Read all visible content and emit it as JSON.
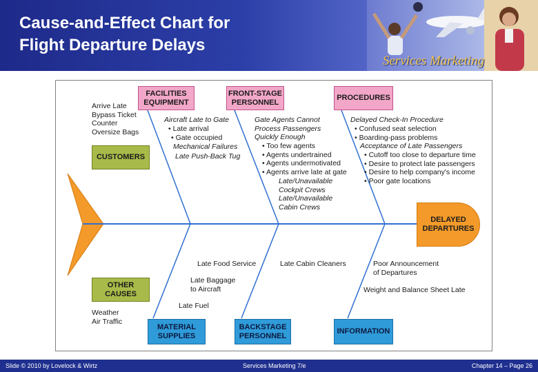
{
  "title": "Cause-and-Effect Chart for\nFlight Departure Delays",
  "brand": "Services Marketing",
  "categories": {
    "facilities_equipment": "FACILITIES\nEQUIPMENT",
    "front_stage_personnel": "FRONT-STAGE\nPERSONNEL",
    "procedures": "PROCEDURES",
    "customers": "CUSTOMERS",
    "other_causes": "OTHER\nCAUSES",
    "material_supplies": "MATERIAL\nSUPPLIES",
    "backstage_personnel": "BACKSTAGE\nPERSONNEL",
    "information": "INFORMATION"
  },
  "effect": "DELAYED\nDEPARTURES",
  "causes": {
    "customers": "Arrive Late\nBypass Ticket\nCounter\nOversize Bags",
    "facilities_equipment": [
      {
        "text": "Aircraft Late to Gate",
        "italic": true
      },
      {
        "text": "• Late arrival",
        "italic": false
      },
      {
        "text": "• Gate occupied",
        "italic": false
      },
      {
        "text": "Mechanical Failures",
        "italic": true
      },
      {
        "text": "Late Push-Back Tug",
        "italic": true
      }
    ],
    "front_stage_personnel": [
      {
        "text": "Gate Agents Cannot\nProcess Passengers\nQuickly Enough",
        "italic": true
      },
      {
        "text": "• Too few agents\n• Agents undertrained\n• Agents undermotivated\n• Agents arrive late at gate",
        "italic": false
      },
      {
        "text": "Late/Unavailable\nCockpit Crews\nLate/Unavailable\nCabin Crews",
        "italic": true
      }
    ],
    "procedures": [
      {
        "text": "Delayed Check-In Procedure",
        "italic": true
      },
      {
        "text": "• Confused seat selection\n• Boarding-pass problems",
        "italic": false
      },
      {
        "text": "Acceptance of Late Passengers",
        "italic": true
      },
      {
        "text": "• Cutoff too close to departure time\n• Desire to protect late passengers\n• Desire to help company's income\n• Poor gate locations",
        "italic": false
      }
    ],
    "other_causes": "Weather\nAir Traffic",
    "material_supplies": [
      "Late Food Service",
      "Late Baggage\nto Aircraft",
      "Late Fuel"
    ],
    "backstage_personnel": "Late Cabin Cleaners",
    "information": [
      "Poor Announcement\nof Departures",
      "Weight and Balance Sheet Late"
    ]
  },
  "footer": {
    "left": "Slide © 2010 by Lovelock & Wirtz",
    "center": "Services Marketing 7/e",
    "right": "Chapter 14 – Page 26"
  }
}
